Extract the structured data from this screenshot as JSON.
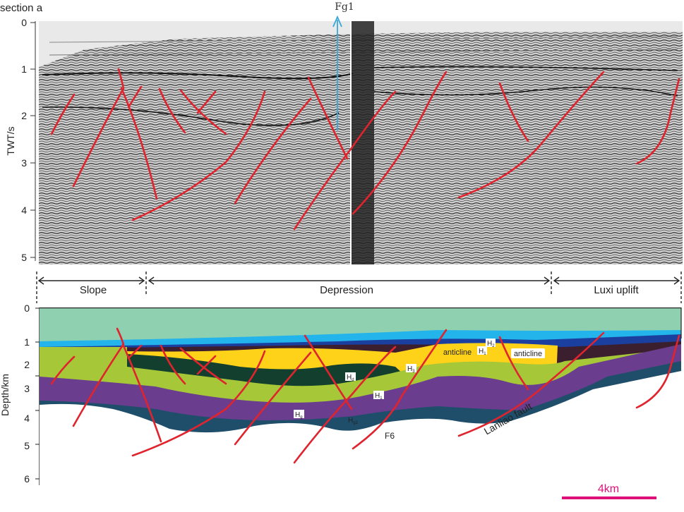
{
  "seismic": {
    "title": "section a",
    "y_axis_label": "TWT/s",
    "y_ticks": [
      "0",
      "1",
      "2",
      "3",
      "4",
      "5"
    ],
    "well_label": "Fg1"
  },
  "zones": [
    {
      "label": "Slope"
    },
    {
      "label": "Depression"
    },
    {
      "label": "Luxi uplift"
    }
  ],
  "geologic": {
    "y_axis_label": "Depth/km",
    "y_ticks": [
      "0",
      "1",
      "2",
      "3",
      "4",
      "5",
      "6"
    ],
    "horizon_labels": {
      "h_top": "H",
      "h_top_sub": "2",
      "h_1a": "H",
      "h_1a_sub": "1",
      "h_d": "H",
      "h_d_sub": "d",
      "h_3": "H",
      "h_3_sub": "3",
      "h_1b": "H",
      "h_1b_sub": "1",
      "h_g": "H",
      "h_g_sub": "g",
      "h_g2": "H",
      "h_g2_sub": "g2"
    },
    "anticline_1": "anticline",
    "anticline_2": "anticline",
    "fault_f6": "F6",
    "fault_lanliao": "Lanliao fault",
    "scale_bar_label": "4km"
  },
  "colors": {
    "fault": "#e0242e",
    "well_arrow": "#3aa6d8",
    "scale_bar": "#e0107a",
    "layer_top": "#8fd0b0",
    "layer_blue_light": "#22b4ea",
    "layer_blue_dark": "#1b3f9e",
    "layer_brown": "#3c1f2e",
    "layer_yellow": "#ffd21a",
    "layer_green_light": "#a6c838",
    "layer_green_dark": "#13402e",
    "layer_purple": "#6a3d8e",
    "layer_navy": "#1f4e6b"
  }
}
